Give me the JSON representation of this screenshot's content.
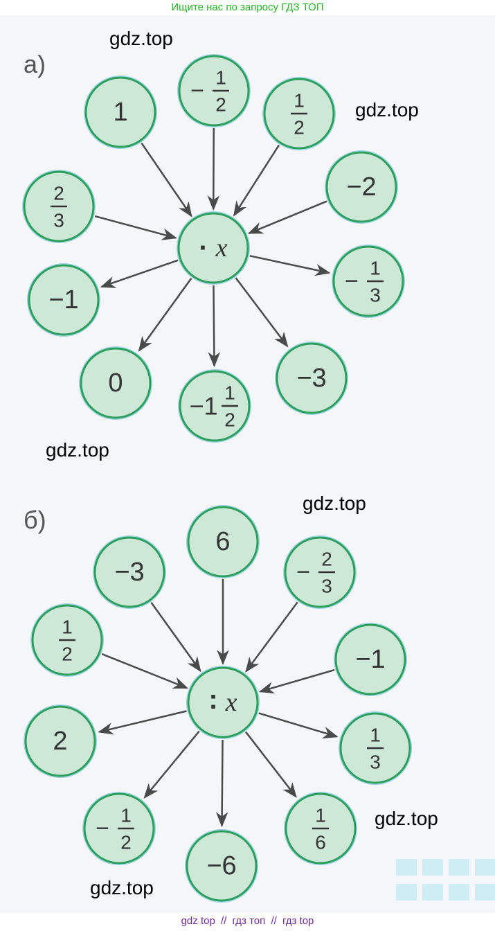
{
  "banner": {
    "text": "Ищите нас по запросу ГДЗ ТОП"
  },
  "watermark": "gdz.top",
  "footer": {
    "links": [
      "gdz top",
      "гдз топ",
      "гдз top"
    ],
    "separator": "//"
  },
  "colors": {
    "circle_fill": "#cde8d6",
    "circle_stroke": "#2e9e5f",
    "circle_outer": "#9fd8e4",
    "arrow": "#4a4a4a",
    "text": "#333333"
  },
  "diagram_a": {
    "label": "а)",
    "center": "·x",
    "inputs": [
      {
        "whole": "",
        "sign": "",
        "num": "1",
        "den": "",
        "plain": "1"
      },
      {
        "whole": "",
        "sign": "−",
        "num": "1",
        "den": "2",
        "plain": ""
      },
      {
        "whole": "",
        "sign": "",
        "num": "1",
        "den": "2",
        "plain": ""
      },
      {
        "whole": "",
        "sign": "",
        "num": "",
        "den": "",
        "plain": "−2"
      },
      {
        "whole": "",
        "sign": "",
        "num": "2",
        "den": "3",
        "plain": ""
      }
    ],
    "outputs": [
      {
        "whole": "",
        "sign": "",
        "num": "",
        "den": "",
        "plain": "−1"
      },
      {
        "whole": "",
        "sign": "",
        "num": "",
        "den": "",
        "plain": "0"
      },
      {
        "whole": "−1",
        "sign": "",
        "num": "1",
        "den": "2",
        "plain": ""
      },
      {
        "whole": "",
        "sign": "",
        "num": "",
        "den": "",
        "plain": "−3"
      },
      {
        "whole": "",
        "sign": "−",
        "num": "1",
        "den": "3",
        "plain": ""
      }
    ]
  },
  "diagram_b": {
    "label": "б)",
    "center": ":x",
    "inputs": [
      {
        "whole": "",
        "sign": "",
        "num": "",
        "den": "",
        "plain": "6"
      },
      {
        "whole": "",
        "sign": "",
        "num": "",
        "den": "",
        "plain": "−3"
      },
      {
        "whole": "",
        "sign": "−",
        "num": "2",
        "den": "3",
        "plain": ""
      },
      {
        "whole": "",
        "sign": "",
        "num": "1",
        "den": "2",
        "plain": ""
      },
      {
        "whole": "",
        "sign": "",
        "num": "",
        "den": "",
        "plain": "−1"
      }
    ],
    "outputs": [
      {
        "whole": "",
        "sign": "",
        "num": "",
        "den": "",
        "plain": "2"
      },
      {
        "whole": "",
        "sign": "−",
        "num": "1",
        "den": "2",
        "plain": ""
      },
      {
        "whole": "",
        "sign": "",
        "num": "",
        "den": "",
        "plain": "−6"
      },
      {
        "whole": "",
        "sign": "",
        "num": "1",
        "den": "6",
        "plain": ""
      },
      {
        "whole": "",
        "sign": "",
        "num": "1",
        "den": "3",
        "plain": ""
      }
    ]
  }
}
